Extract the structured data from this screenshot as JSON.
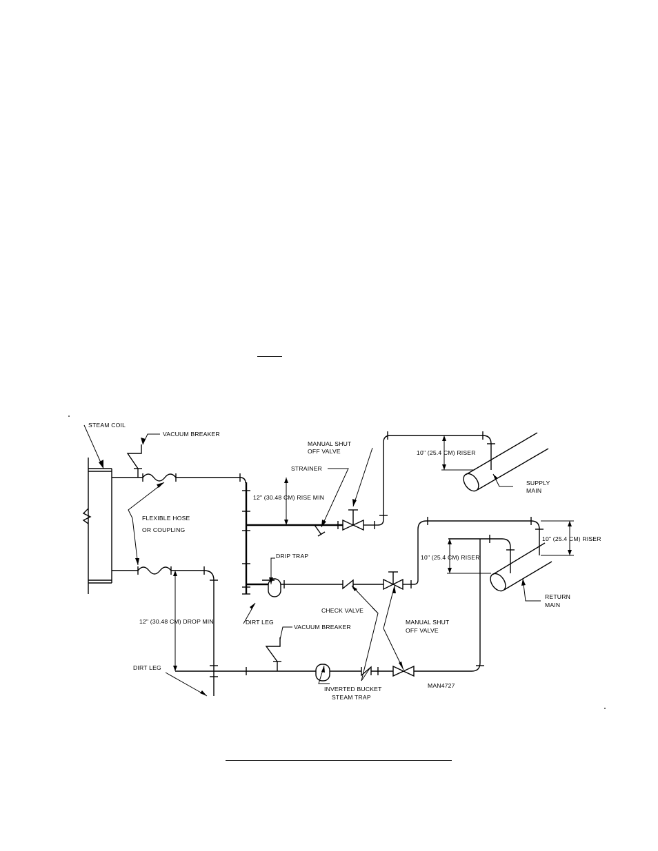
{
  "figure": {
    "labels": {
      "steam_coil": "STEAM COIL",
      "vacuum_breaker_top": "VACUUM BREAKER",
      "manual_shut_off_top_1": "MANUAL SHUT",
      "manual_shut_off_top_2": "OFF VALVE",
      "strainer": "STRAINER",
      "supply_riser": "10\" (25.4 CM) RISER",
      "supply_main_1": "SUPPLY",
      "supply_main_2": "MAIN",
      "rise_min": "12\" (30.48 CM) RISE MIN",
      "flexible_hose_1": "FLEXIBLE HOSE",
      "flexible_hose_2": "OR COUPLING",
      "drip_trap": "DRIP TRAP",
      "return_riser_left": "10\" (25.4 CM) RISER",
      "return_riser_right": "10\" (25.4 CM) RISER",
      "return_main_1": "RETURN",
      "return_main_2": "MAIN",
      "check_valve": "CHECK VALVE",
      "manual_shut_off_bottom_1": "MANUAL SHUT",
      "manual_shut_off_bottom_2": "OFF VALVE",
      "drop_min": "12\" (30.48 CM) DROP MIN",
      "dirt_leg_right": "DIRT LEG",
      "vacuum_breaker_bottom": "VACUUM BREAKER",
      "dirt_leg_left": "DIRT LEG",
      "inverted_bucket_1": "INVERTED BUCKET",
      "inverted_bucket_2": "STEAM TRAP",
      "drawing_number": "MAN4727"
    }
  }
}
